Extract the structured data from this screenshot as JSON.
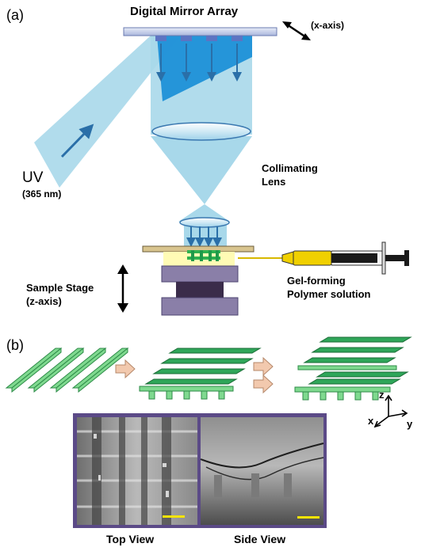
{
  "panel_a": {
    "label": "(a)",
    "dma_label": "Digital Mirror Array",
    "x_axis_label": "(x-axis)",
    "uv_label": "UV",
    "uv_wavelength": "(365 nm)",
    "lens_label_line1": "Collimating",
    "lens_label_line2": "Lens",
    "stage_label_line1": "Sample Stage",
    "stage_label_line2": "(z-axis)",
    "polymer_label_line1": "Gel-forming",
    "polymer_label_line2": "Polymer solution"
  },
  "panel_b": {
    "label": "(b)",
    "axis_z": "z",
    "axis_x": "x",
    "axis_y": "y",
    "top_view_caption": "Top View",
    "side_view_caption": "Side View"
  },
  "colors": {
    "uv_light": "#a8d8ea",
    "uv_dark": "#1e90d8",
    "arrow_blue": "#2a6fa8",
    "green_light": "#7fd98f",
    "green_dark": "#1f9a4a",
    "step_arrow": "#f2c9ae",
    "stage_purple": "#8a7fa8",
    "frame_purple": "#5b4a87",
    "scale_bar": "#f5e400",
    "syringe_yellow": "#f0d000"
  }
}
